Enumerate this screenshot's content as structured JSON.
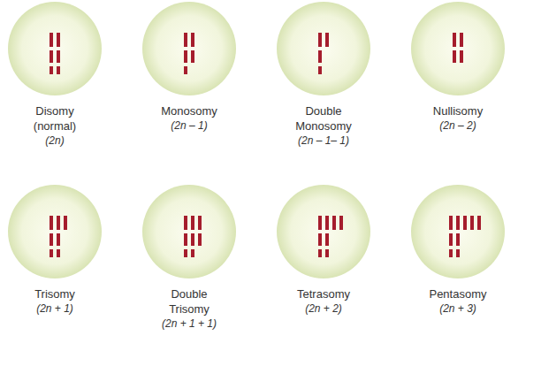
{
  "diagram": {
    "nodes": [
      {
        "text": [
          "Disomy (normal)",
          "(2n)"
        ]
      },
      {
        "text": [
          "Monosomy",
          "(2n – 1)"
        ]
      },
      {
        "text": [
          "Double Monosomy",
          "(2n – 1– 1)"
        ]
      },
      {
        "text": [
          "Nullisomy",
          "(2n – 2)"
        ]
      },
      {
        "text": [
          "Trisomy",
          "(2n + 1)"
        ]
      },
      {
        "text": [
          "Double Trisomy",
          "(2n + 1 + 1)"
        ]
      },
      {
        "text": [
          "Tetrasomy",
          "(2n + 2)"
        ]
      },
      {
        "text": [
          "Pentasomy",
          "(2n + 3)"
        ]
      }
    ]
  }
}
